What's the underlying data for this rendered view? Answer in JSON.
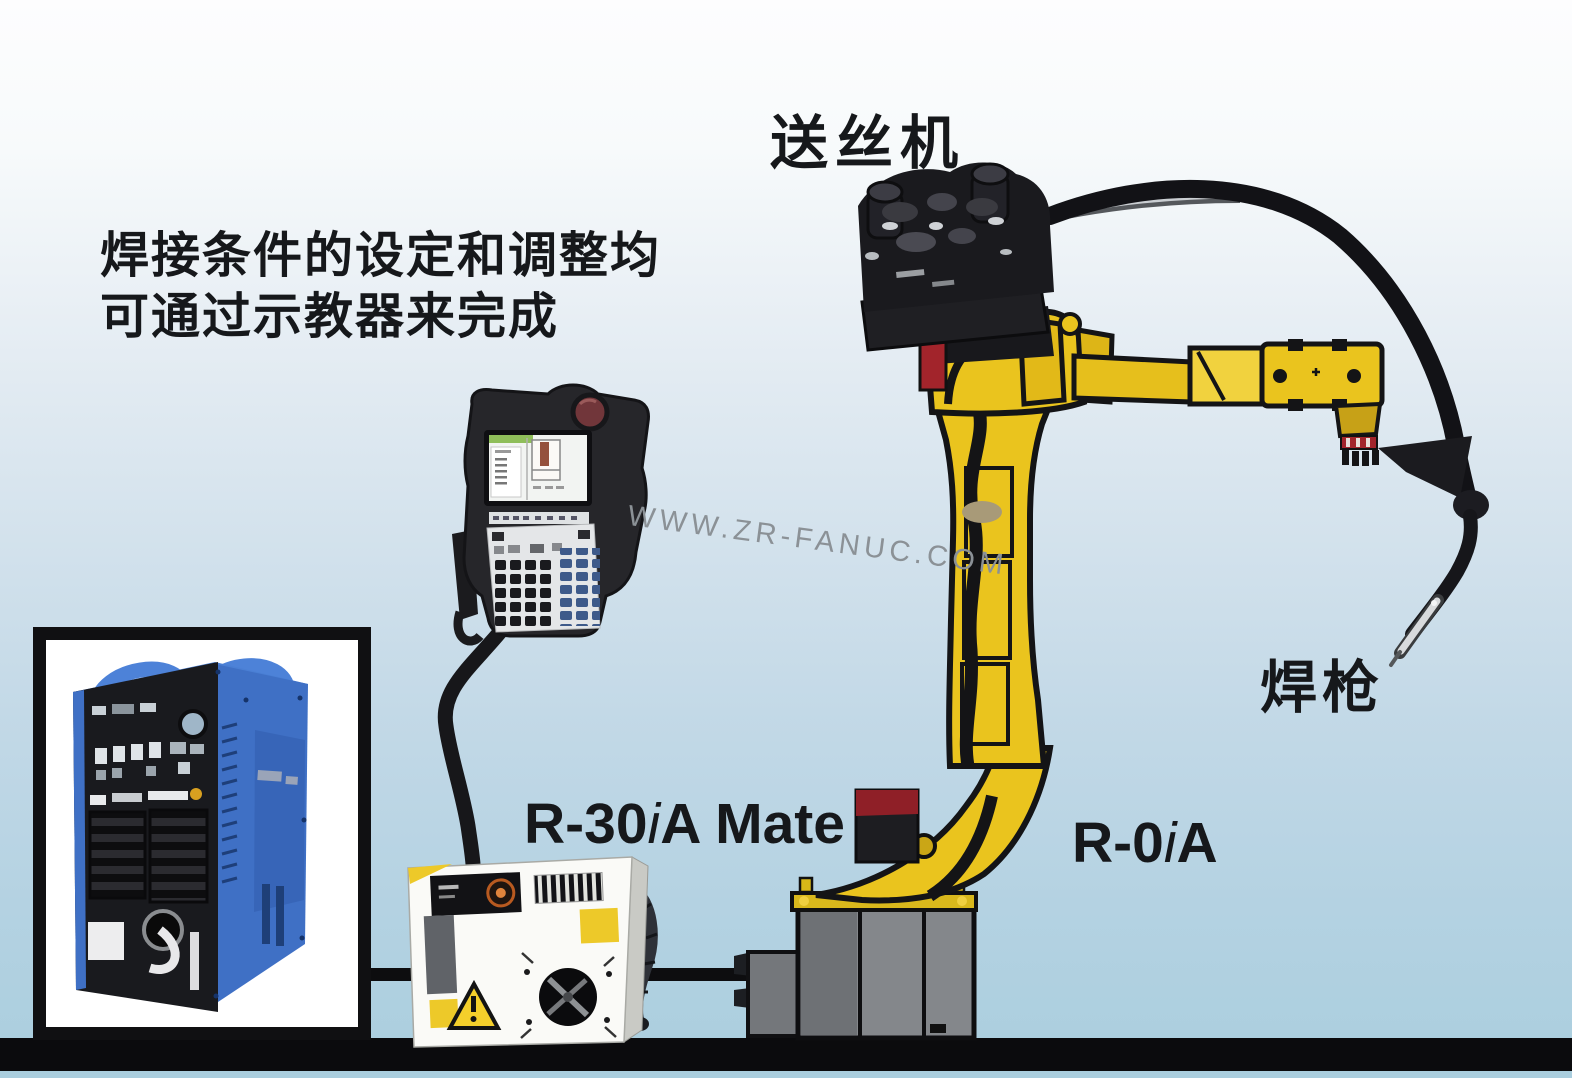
{
  "scene": {
    "watermark": "WWW.ZR-FANUC.COM",
    "annotation": {
      "line1": "焊接条件的设定和调整均",
      "line2": "可通过示教器来完成"
    },
    "labels": {
      "wire_feeder": "送丝机",
      "torch": "焊枪",
      "controller_prefix": "R-30",
      "controller_italic": "i",
      "controller_suffix": "A Mate",
      "robot_prefix": "R-0",
      "robot_italic": "i",
      "robot_suffix": "A"
    }
  },
  "colors": {
    "bg_top": "#fdfdfe",
    "bg_bottom": "#aacede",
    "ground": "#0b0b0d",
    "robot_yellow": "#eac41e",
    "robot_outline": "#141416",
    "machine_blue": "#3f70c5",
    "machine_blue_dark": "#2e59a8",
    "handle_blue": "#4d82d8",
    "accent_red": "#a2242b",
    "warning_yellow": "#edc929",
    "controller_white": "#fafaf7",
    "pendant_body": "#26262a",
    "text": "#16181b",
    "watermark_gray": "#8b9196"
  }
}
